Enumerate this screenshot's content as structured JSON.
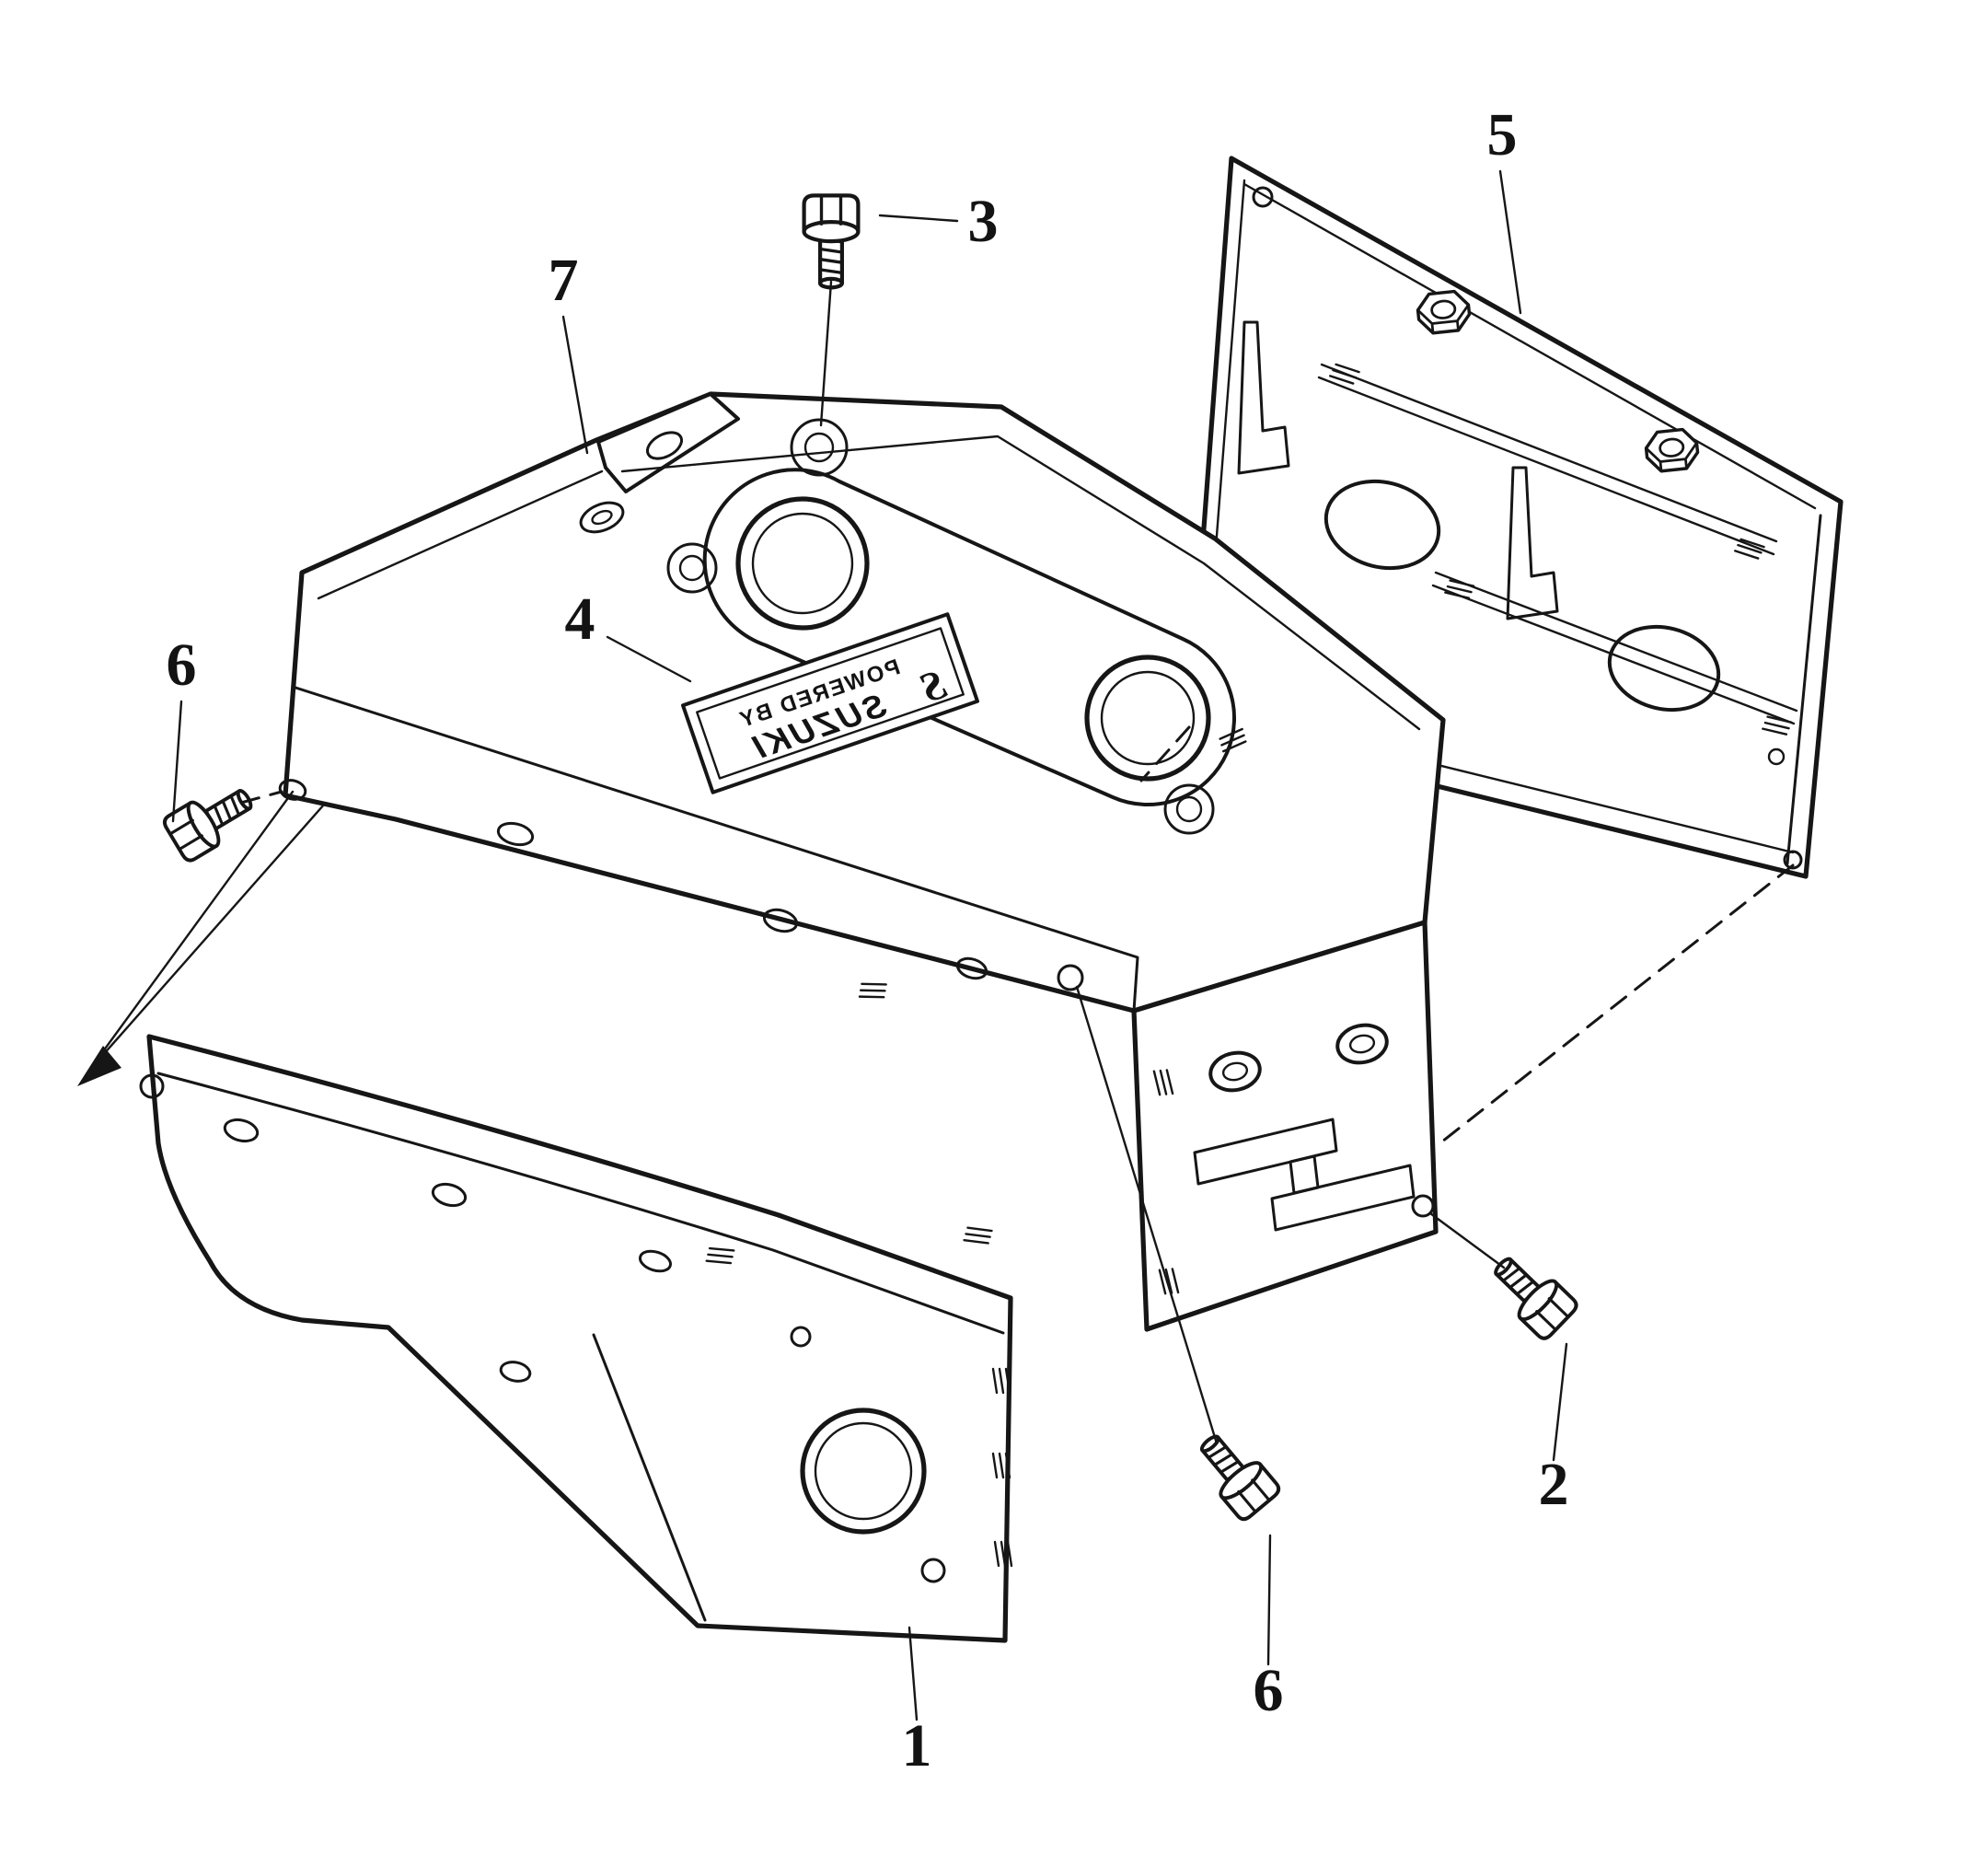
{
  "colors": {
    "paper": "#ffffff",
    "ink": "#161616"
  },
  "badge": {
    "line1": "POWERED BY",
    "logo": "S",
    "brand": "SUZUKI"
  },
  "callouts": [
    {
      "id": "callout-7",
      "label": "7"
    },
    {
      "id": "callout-3",
      "label": "3"
    },
    {
      "id": "callout-5",
      "label": "5"
    },
    {
      "id": "callout-6-left",
      "label": "6"
    },
    {
      "id": "callout-4",
      "label": "4"
    },
    {
      "id": "callout-2",
      "label": "2"
    },
    {
      "id": "callout-6-bottom",
      "label": "6"
    },
    {
      "id": "callout-1",
      "label": "1"
    }
  ]
}
